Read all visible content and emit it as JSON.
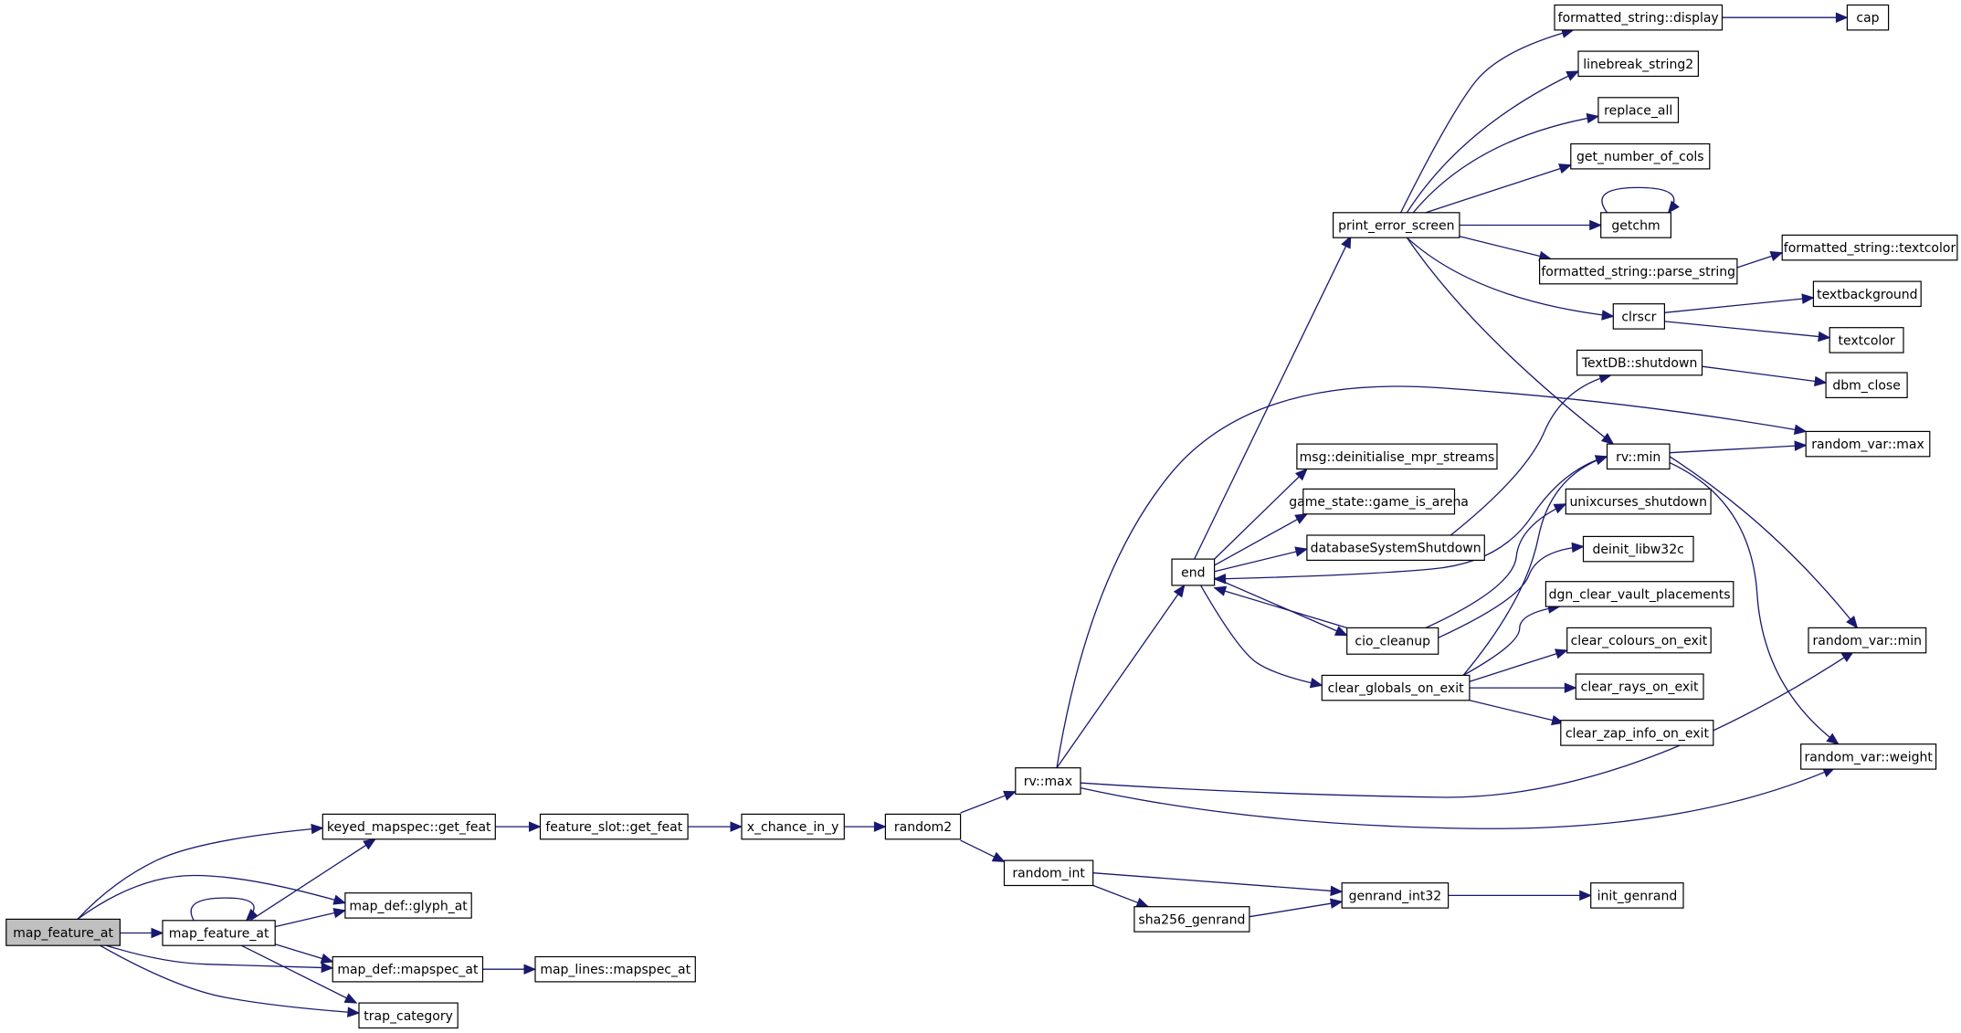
{
  "graph": {
    "root": "map_feature_at",
    "nodes": [
      {
        "id": "n_mfa0",
        "label": "map_feature_at",
        "root": true
      },
      {
        "id": "n_mfa1",
        "label": "map_feature_at"
      },
      {
        "id": "n_kmg",
        "label": "keyed_mapspec::get_feat"
      },
      {
        "id": "n_mdga",
        "label": "map_def::glyph_at"
      },
      {
        "id": "n_mdma",
        "label": "map_def::mapspec_at"
      },
      {
        "id": "n_tc",
        "label": "trap_category"
      },
      {
        "id": "n_fsg",
        "label": "feature_slot::get_feat"
      },
      {
        "id": "n_mlma",
        "label": "map_lines::mapspec_at"
      },
      {
        "id": "n_xc",
        "label": "x_chance_in_y"
      },
      {
        "id": "n_r2",
        "label": "random2"
      },
      {
        "id": "n_rvmax",
        "label": "rv::max"
      },
      {
        "id": "n_rint",
        "label": "random_int"
      },
      {
        "id": "n_sha",
        "label": "sha256_genrand"
      },
      {
        "id": "n_gi32",
        "label": "genrand_int32"
      },
      {
        "id": "n_ig",
        "label": "init_genrand"
      },
      {
        "id": "n_end",
        "label": "end"
      },
      {
        "id": "n_pes",
        "label": "print_error_screen"
      },
      {
        "id": "n_msg",
        "label": "msg::deinitialise_mpr_streams"
      },
      {
        "id": "n_gsa",
        "label": "game_state::game_is_arena"
      },
      {
        "id": "n_dss",
        "label": "databaseSystemShutdown"
      },
      {
        "id": "n_cio",
        "label": "cio_cleanup"
      },
      {
        "id": "n_cgoe",
        "label": "clear_globals_on_exit"
      },
      {
        "id": "n_fsd",
        "label": "formatted_string::display"
      },
      {
        "id": "n_cap",
        "label": "cap"
      },
      {
        "id": "n_lbs",
        "label": "linebreak_string2"
      },
      {
        "id": "n_ra",
        "label": "replace_all"
      },
      {
        "id": "n_gnc",
        "label": "get_number_of_cols"
      },
      {
        "id": "n_gch",
        "label": "getchm"
      },
      {
        "id": "n_fsps",
        "label": "formatted_string::parse_string"
      },
      {
        "id": "n_fstc",
        "label": "formatted_string::textcolor"
      },
      {
        "id": "n_clr",
        "label": "clrscr"
      },
      {
        "id": "n_tbg",
        "label": "textbackground"
      },
      {
        "id": "n_tcol",
        "label": "textcolor"
      },
      {
        "id": "n_tdb",
        "label": "TextDB::shutdown"
      },
      {
        "id": "n_dbmc",
        "label": "dbm_close"
      },
      {
        "id": "n_rvmin",
        "label": "rv::min"
      },
      {
        "id": "n_rvarmax",
        "label": "random_var::max"
      },
      {
        "id": "n_ucs",
        "label": "unixcurses_shutdown"
      },
      {
        "id": "n_dlw",
        "label": "deinit_libw32c"
      },
      {
        "id": "n_dcvp",
        "label": "dgn_clear_vault_placements"
      },
      {
        "id": "n_ccoe",
        "label": "clear_colours_on_exit"
      },
      {
        "id": "n_croe",
        "label": "clear_rays_on_exit"
      },
      {
        "id": "n_czoe",
        "label": "clear_zap_info_on_exit"
      },
      {
        "id": "n_rvarmin",
        "label": "random_var::min"
      },
      {
        "id": "n_rvarw",
        "label": "random_var::weight"
      }
    ],
    "edges": [
      [
        "n_mfa0",
        "n_kmg"
      ],
      [
        "n_mfa0",
        "n_mdga"
      ],
      [
        "n_mfa0",
        "n_mfa1"
      ],
      [
        "n_mfa0",
        "n_mdma"
      ],
      [
        "n_mfa0",
        "n_tc"
      ],
      [
        "n_mfa1",
        "n_mfa1"
      ],
      [
        "n_mfa1",
        "n_kmg"
      ],
      [
        "n_mfa1",
        "n_mdga"
      ],
      [
        "n_mfa1",
        "n_mdma"
      ],
      [
        "n_mfa1",
        "n_tc"
      ],
      [
        "n_kmg",
        "n_fsg"
      ],
      [
        "n_mdma",
        "n_mlma"
      ],
      [
        "n_fsg",
        "n_xc"
      ],
      [
        "n_xc",
        "n_r2"
      ],
      [
        "n_r2",
        "n_rvmax"
      ],
      [
        "n_r2",
        "n_rint"
      ],
      [
        "n_rvmax",
        "n_end"
      ],
      [
        "n_rvmax",
        "n_rvarmax"
      ],
      [
        "n_rvmax",
        "n_rvarmin"
      ],
      [
        "n_rvmax",
        "n_rvarw"
      ],
      [
        "n_rint",
        "n_gi32"
      ],
      [
        "n_rint",
        "n_sha"
      ],
      [
        "n_sha",
        "n_gi32"
      ],
      [
        "n_gi32",
        "n_ig"
      ],
      [
        "n_end",
        "n_pes"
      ],
      [
        "n_end",
        "n_msg"
      ],
      [
        "n_end",
        "n_gsa"
      ],
      [
        "n_end",
        "n_dss"
      ],
      [
        "n_end",
        "n_cio"
      ],
      [
        "n_end",
        "n_cgoe"
      ],
      [
        "n_pes",
        "n_fsd"
      ],
      [
        "n_pes",
        "n_lbs"
      ],
      [
        "n_pes",
        "n_ra"
      ],
      [
        "n_pes",
        "n_gnc"
      ],
      [
        "n_pes",
        "n_gch"
      ],
      [
        "n_pes",
        "n_fsps"
      ],
      [
        "n_pes",
        "n_clr"
      ],
      [
        "n_pes",
        "n_rvmin"
      ],
      [
        "n_fsd",
        "n_cap"
      ],
      [
        "n_gch",
        "n_gch"
      ],
      [
        "n_fsps",
        "n_fstc"
      ],
      [
        "n_clr",
        "n_tbg"
      ],
      [
        "n_clr",
        "n_tcol"
      ],
      [
        "n_dss",
        "n_tdb"
      ],
      [
        "n_tdb",
        "n_dbmc"
      ],
      [
        "n_cio",
        "n_end"
      ],
      [
        "n_cio",
        "n_ucs"
      ],
      [
        "n_cio",
        "n_dlw"
      ],
      [
        "n_cgoe",
        "n_dcvp"
      ],
      [
        "n_cgoe",
        "n_ccoe"
      ],
      [
        "n_cgoe",
        "n_croe"
      ],
      [
        "n_cgoe",
        "n_czoe"
      ],
      [
        "n_cgoe",
        "n_rvmin"
      ],
      [
        "n_rvmin",
        "n_end"
      ],
      [
        "n_rvmin",
        "n_rvarmax"
      ],
      [
        "n_rvmin",
        "n_rvarmin"
      ],
      [
        "n_rvmin",
        "n_rvarw"
      ]
    ]
  },
  "colors": {
    "edge": "#191970",
    "node_border": "#000000",
    "root_fill": "#bfbfbf",
    "node_fill": "#ffffff"
  }
}
